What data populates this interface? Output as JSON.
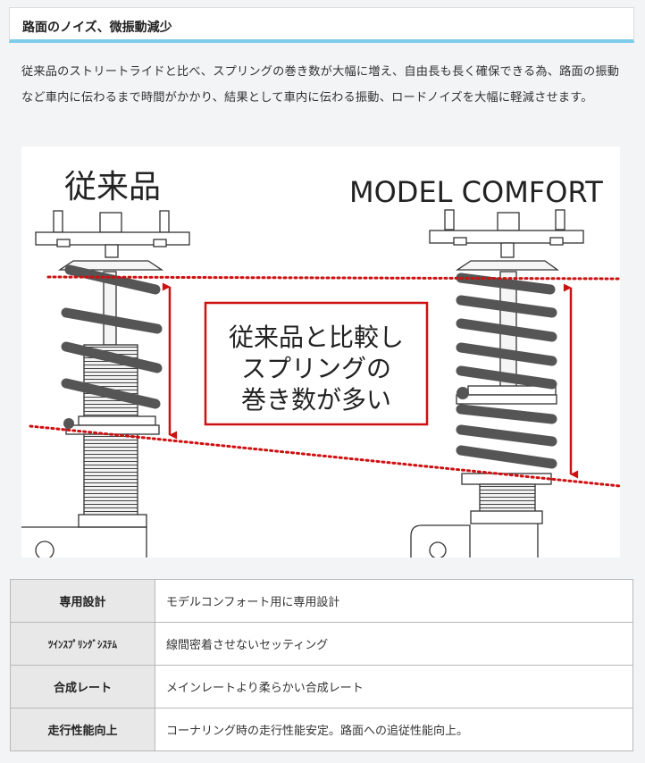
{
  "section": {
    "title": "路面のノイズ、微振動減少"
  },
  "description": "従来品のストリートライドと比べ、スプリングの巻き数が大幅に増え、自由長も長く確保できる為、路面の振動など車内に伝わるまで時間がかかり、結果として車内に伝わる振動、ロードノイズを大幅に軽減させます。",
  "figure": {
    "left_label": "従来品",
    "right_label": "MODEL COMFORT",
    "callout_lines": [
      "従来品と比較し",
      "スプリングの",
      "巻き数が多い"
    ],
    "line_color": "#cc1111"
  },
  "specs": [
    {
      "key": "専用設計",
      "value": "モデルコンフォート用に専用設計"
    },
    {
      "key": "ﾂｲﾝｽﾌﾟﾘﾝｸﾞｼｽﾃﾑ",
      "value": "線間密着させないセッティング"
    },
    {
      "key": "合成レート",
      "value": "メインレートより柔らかい合成レート"
    },
    {
      "key": "走行性能向上",
      "value": "コーナリング時の走行性能安定。路面への追従性能向上。"
    }
  ]
}
